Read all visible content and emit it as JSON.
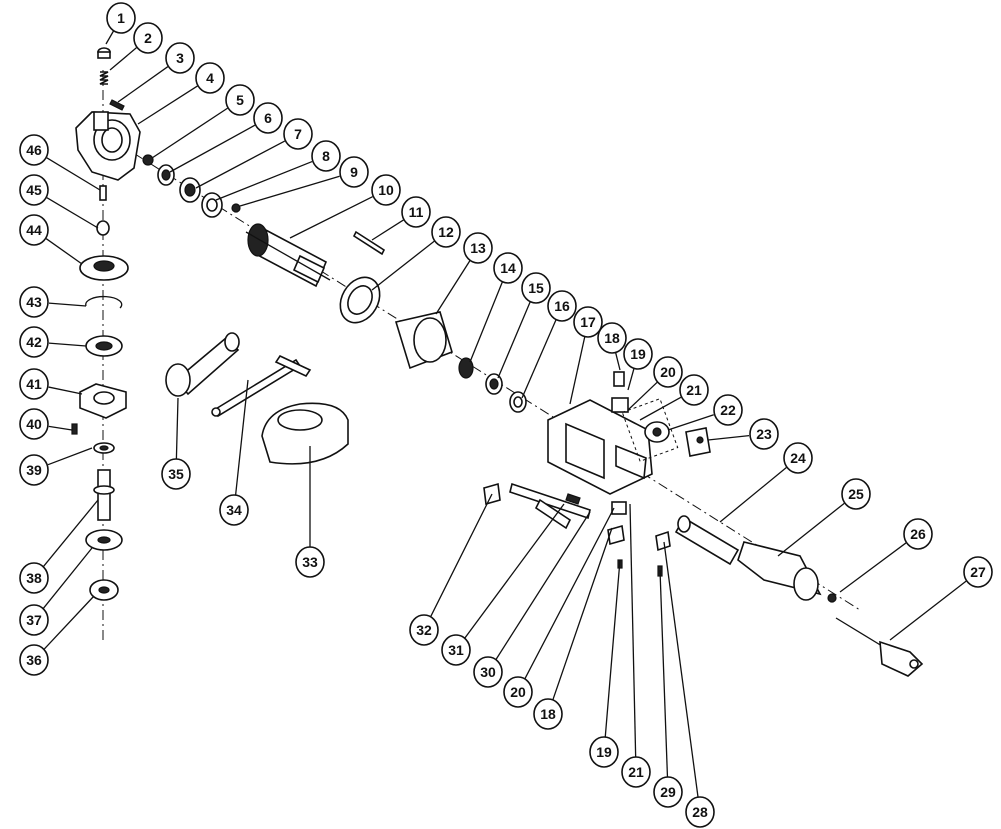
{
  "diagram": {
    "type": "exploded-parts-view",
    "callouts": [
      {
        "id": "c1",
        "label": "1"
      },
      {
        "id": "c2",
        "label": "2"
      },
      {
        "id": "c3",
        "label": "3"
      },
      {
        "id": "c4",
        "label": "4"
      },
      {
        "id": "c5",
        "label": "5"
      },
      {
        "id": "c6",
        "label": "6"
      },
      {
        "id": "c7",
        "label": "7"
      },
      {
        "id": "c8",
        "label": "8"
      },
      {
        "id": "c9",
        "label": "9"
      },
      {
        "id": "c10",
        "label": "10"
      },
      {
        "id": "c11",
        "label": "11"
      },
      {
        "id": "c12",
        "label": "12"
      },
      {
        "id": "c13",
        "label": "13"
      },
      {
        "id": "c14",
        "label": "14"
      },
      {
        "id": "c15",
        "label": "15"
      },
      {
        "id": "c16",
        "label": "16"
      },
      {
        "id": "c17",
        "label": "17"
      },
      {
        "id": "c18a",
        "label": "18"
      },
      {
        "id": "c19a",
        "label": "19"
      },
      {
        "id": "c20a",
        "label": "20"
      },
      {
        "id": "c21a",
        "label": "21"
      },
      {
        "id": "c22",
        "label": "22"
      },
      {
        "id": "c23",
        "label": "23"
      },
      {
        "id": "c24",
        "label": "24"
      },
      {
        "id": "c25",
        "label": "25"
      },
      {
        "id": "c26",
        "label": "26"
      },
      {
        "id": "c27",
        "label": "27"
      },
      {
        "id": "c28",
        "label": "28"
      },
      {
        "id": "c29",
        "label": "29"
      },
      {
        "id": "c21b",
        "label": "21"
      },
      {
        "id": "c19b",
        "label": "19"
      },
      {
        "id": "c18b",
        "label": "18"
      },
      {
        "id": "c20b",
        "label": "20"
      },
      {
        "id": "c30",
        "label": "30"
      },
      {
        "id": "c31",
        "label": "31"
      },
      {
        "id": "c32",
        "label": "32"
      },
      {
        "id": "c33",
        "label": "33"
      },
      {
        "id": "c34",
        "label": "34"
      },
      {
        "id": "c35",
        "label": "35"
      },
      {
        "id": "c36",
        "label": "36"
      },
      {
        "id": "c37",
        "label": "37"
      },
      {
        "id": "c38",
        "label": "38"
      },
      {
        "id": "c39",
        "label": "39"
      },
      {
        "id": "c40",
        "label": "40"
      },
      {
        "id": "c41",
        "label": "41"
      },
      {
        "id": "c42",
        "label": "42"
      },
      {
        "id": "c43",
        "label": "43"
      },
      {
        "id": "c44",
        "label": "44"
      },
      {
        "id": "c45",
        "label": "45"
      },
      {
        "id": "c46",
        "label": "46"
      }
    ]
  }
}
